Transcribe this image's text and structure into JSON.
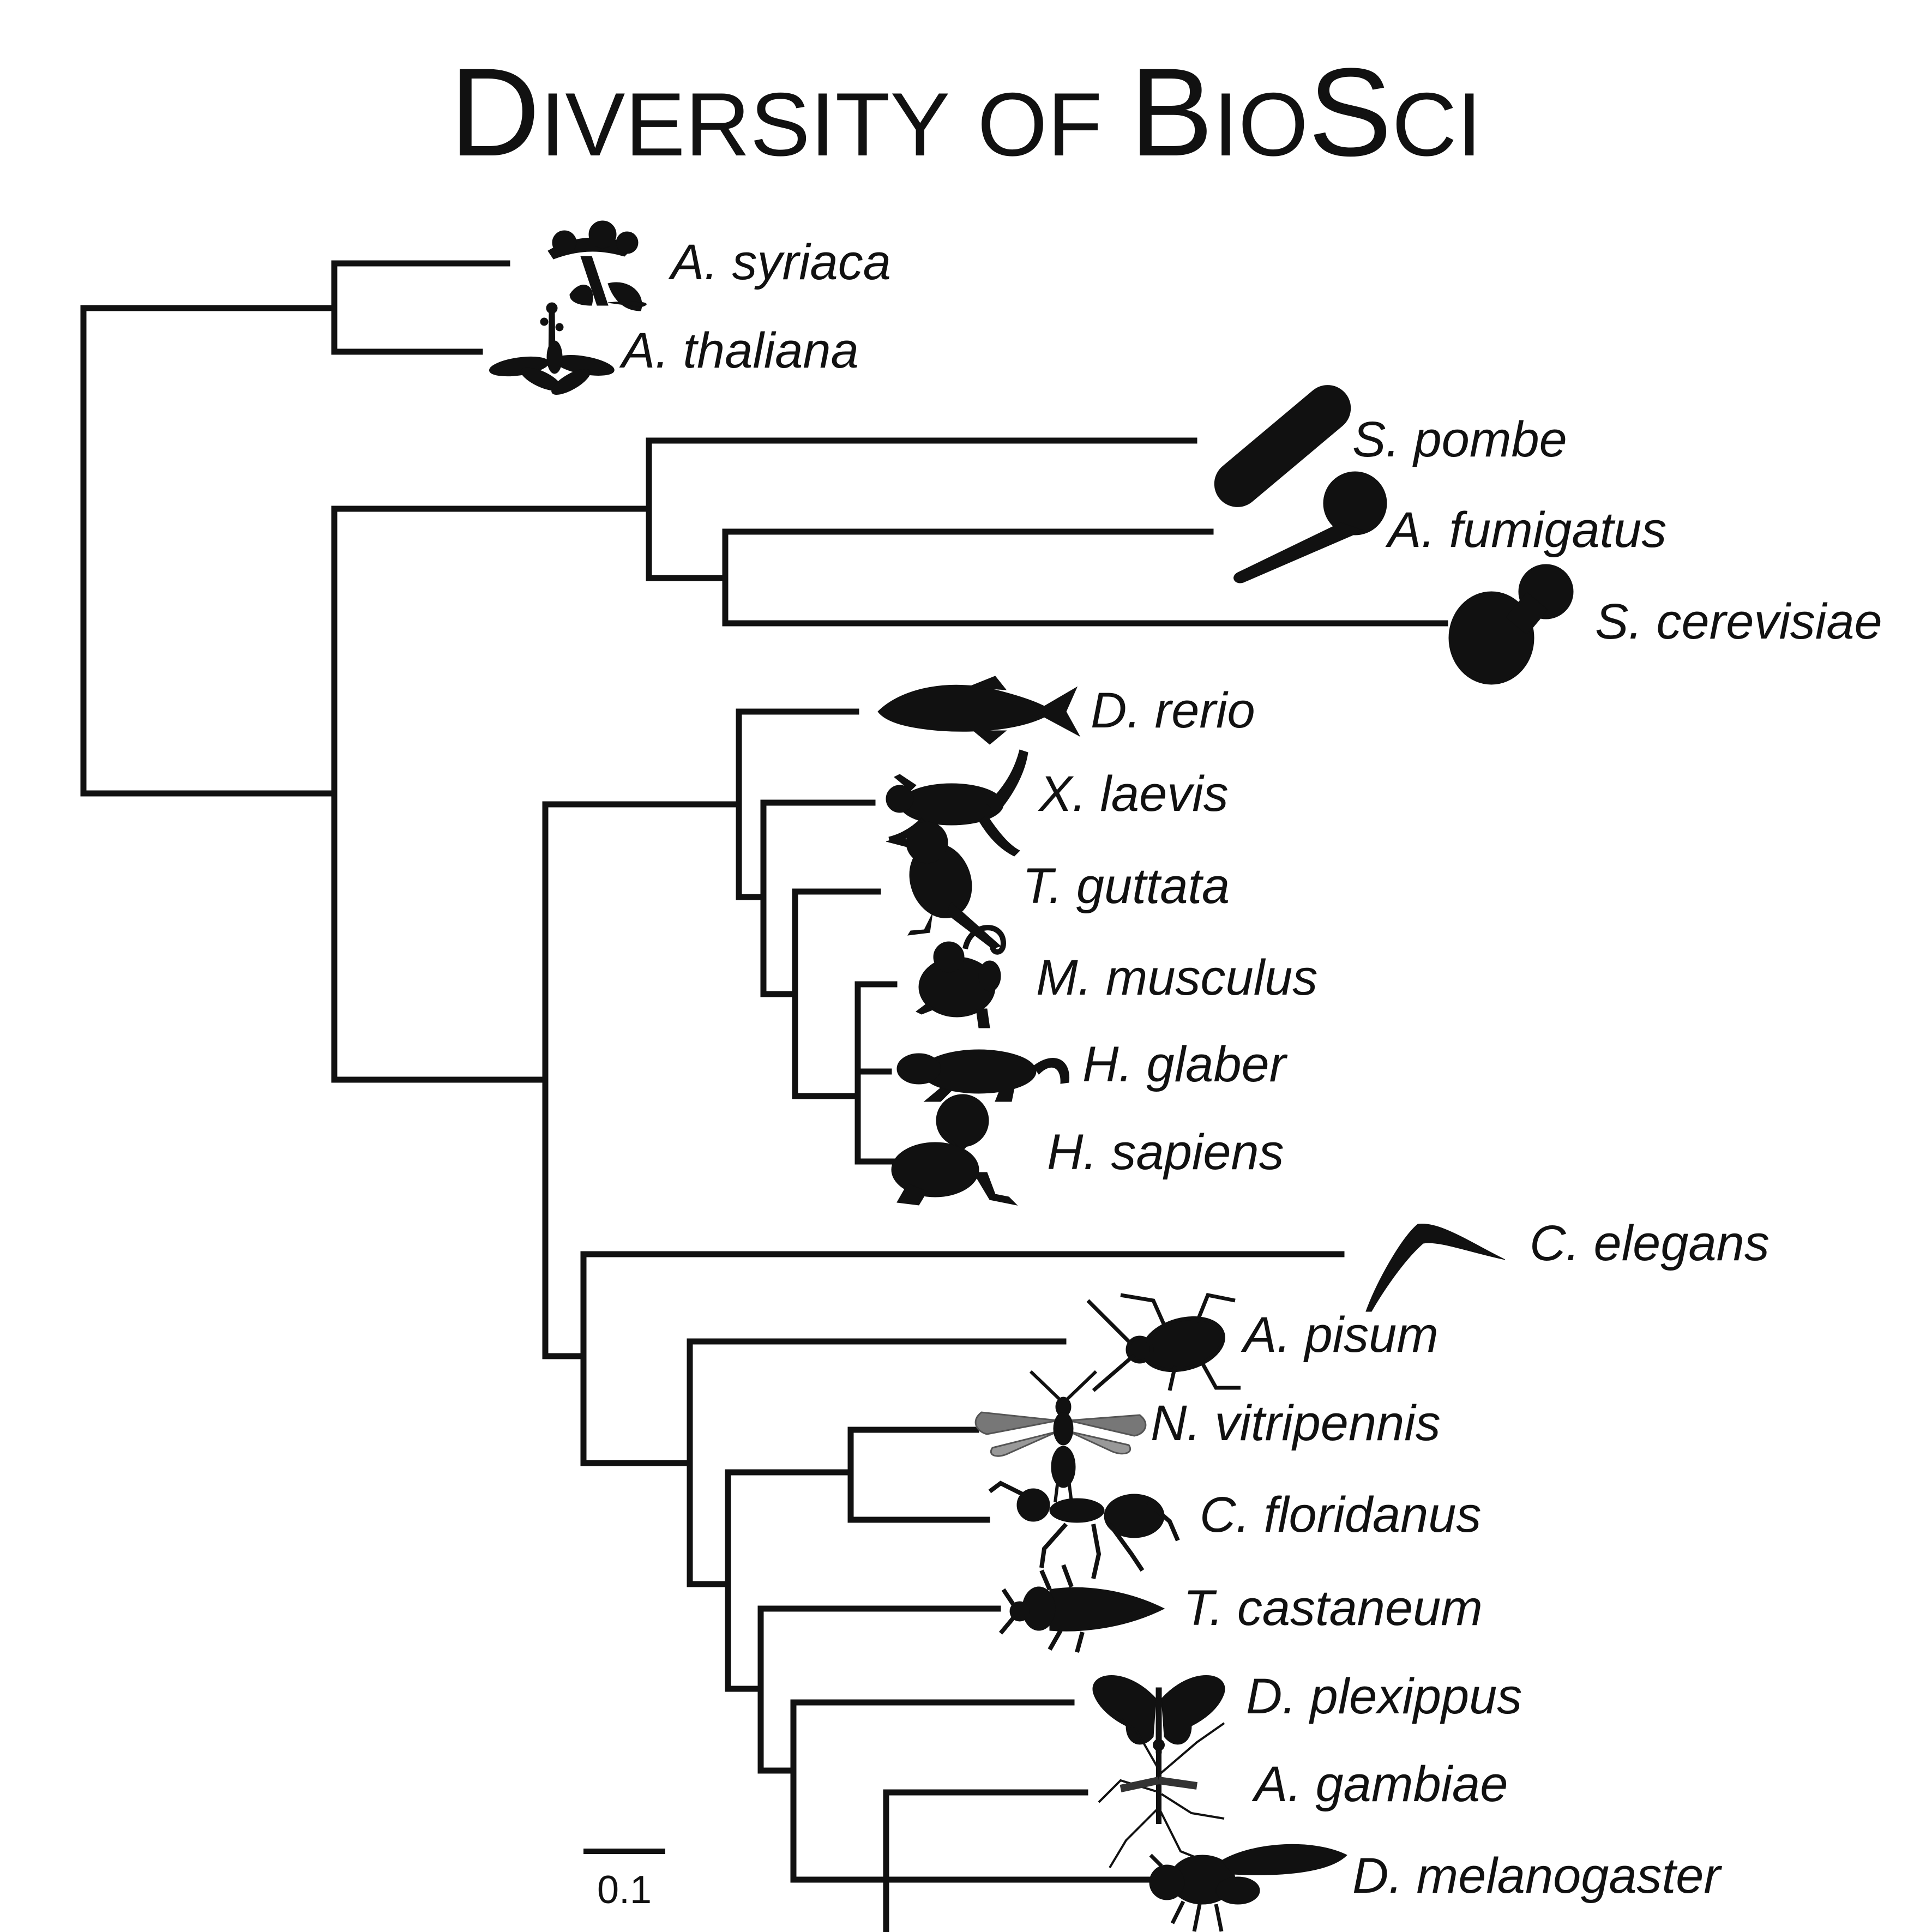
{
  "title": {
    "caps": [
      "D",
      "B",
      "S"
    ],
    "word1_rest": "IVERSITY",
    "word2": "OF",
    "word3_rest": "IO",
    "word4_rest": "CI"
  },
  "scale_bar": {
    "label": "0.1"
  },
  "colors": {
    "ink": "#111111",
    "background": "#ffffff"
  },
  "taxa": [
    {
      "name": "A. syriaca",
      "icon": "milkweed-icon"
    },
    {
      "name": "A. thaliana",
      "icon": "arabidopsis-icon"
    },
    {
      "name": "S. pombe",
      "icon": "fission-yeast-icon"
    },
    {
      "name": "A. fumigatus",
      "icon": "aspergillus-icon"
    },
    {
      "name": "S. cerevisiae",
      "icon": "budding-yeast-icon"
    },
    {
      "name": "D. rerio",
      "icon": "zebrafish-icon"
    },
    {
      "name": "X. laevis",
      "icon": "frog-icon"
    },
    {
      "name": "T. guttata",
      "icon": "finch-icon"
    },
    {
      "name": "M. musculus",
      "icon": "mouse-icon"
    },
    {
      "name": "H. glaber",
      "icon": "mole-rat-icon"
    },
    {
      "name": "H. sapiens",
      "icon": "baby-icon"
    },
    {
      "name": "C. elegans",
      "icon": "worm-icon"
    },
    {
      "name": "A. pisum",
      "icon": "aphid-icon"
    },
    {
      "name": "N. vitripennis",
      "icon": "wasp-icon"
    },
    {
      "name": "C. floridanus",
      "icon": "ant-icon"
    },
    {
      "name": "T. castaneum",
      "icon": "beetle-icon"
    },
    {
      "name": "D. plexippus",
      "icon": "butterfly-icon"
    },
    {
      "name": "A. gambiae",
      "icon": "mosquito-icon"
    },
    {
      "name": "D. melanogaster",
      "icon": "fruit-fly-icon"
    }
  ]
}
